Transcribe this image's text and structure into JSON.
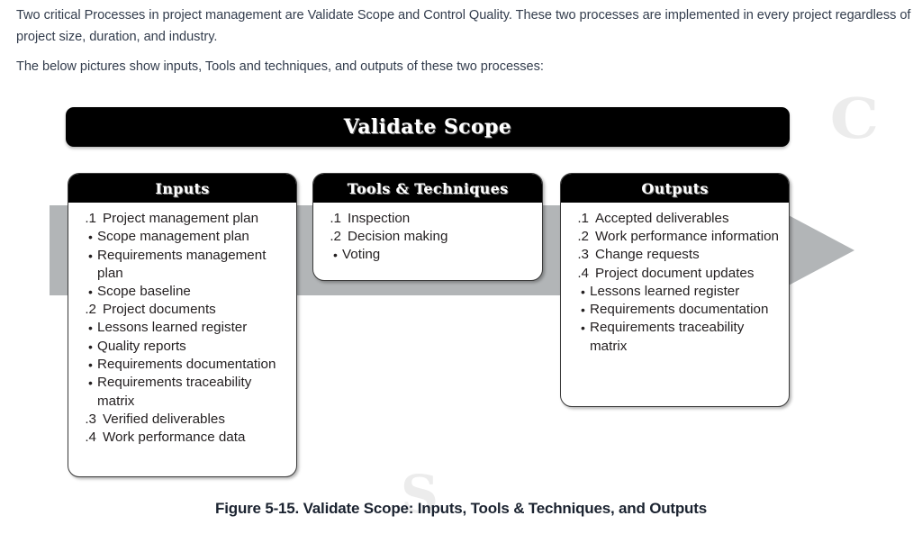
{
  "intro": {
    "paragraph1": "Two critical Processes in project management are Validate Scope and Control Quality. These two processes are implemented in every project regardless of project size, duration, and industry.",
    "paragraph2": "The below pictures show inputs, Tools and techniques, and outputs of these two processes:"
  },
  "figure": {
    "banner_title": "Validate Scope",
    "caption": "Figure 5-15. Validate Scope: Inputs, Tools & Techniques, and Outputs",
    "arrow_color": "#b2b5b7",
    "banner_color": "#000000",
    "text_color": "#231f20",
    "columns": [
      {
        "id": "inputs",
        "header": "Inputs",
        "items": [
          {
            "marker": ".1",
            "text": "Project management plan",
            "bullets": [
              "Scope management plan",
              "Requirements management plan",
              "Scope baseline"
            ]
          },
          {
            "marker": ".2",
            "text": "Project documents",
            "bullets": [
              "Lessons learned register",
              "Quality reports",
              "Requirements documentation",
              "Requirements traceability matrix"
            ]
          },
          {
            "marker": ".3",
            "text": "Verified deliverables",
            "bullets": []
          },
          {
            "marker": ".4",
            "text": "Work performance data",
            "bullets": []
          }
        ]
      },
      {
        "id": "tools",
        "header": "Tools & Techniques",
        "items": [
          {
            "marker": ".1",
            "text": "Inspection",
            "bullets": []
          },
          {
            "marker": ".2",
            "text": "Decision making",
            "bullets": [
              "Voting"
            ]
          }
        ]
      },
      {
        "id": "outputs",
        "header": "Outputs",
        "items": [
          {
            "marker": ".1",
            "text": "Accepted deliverables",
            "bullets": []
          },
          {
            "marker": ".2",
            "text": "Work performance information",
            "bullets": []
          },
          {
            "marker": ".3",
            "text": "Change requests",
            "bullets": []
          },
          {
            "marker": ".4",
            "text": "Project document updates",
            "bullets": [
              "Lessons learned register",
              "Requirements documentation",
              "Requirements traceability matrix"
            ]
          }
        ]
      }
    ],
    "watermarks": {
      "top": "C",
      "bottom": "S"
    }
  }
}
